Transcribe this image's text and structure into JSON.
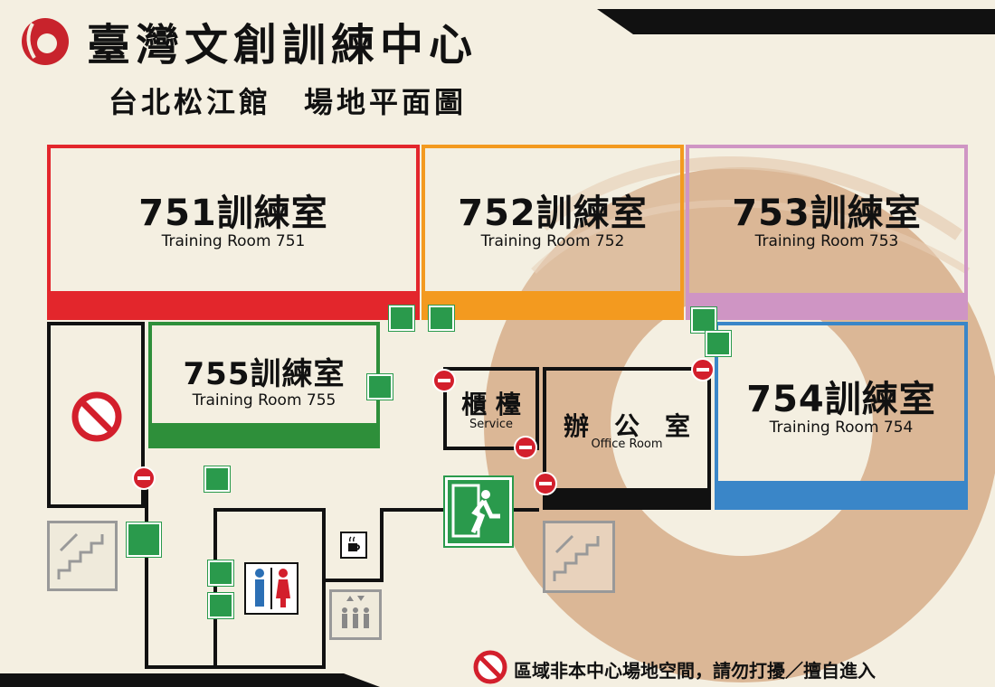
{
  "header": {
    "title": "臺灣文創訓練中心",
    "subtitle": "台北松江館　場地平面圖",
    "logo_color": "#c8232c"
  },
  "rooms": {
    "r751": {
      "title": "751訓練室",
      "subtitle": "Training Room 751",
      "color": "#e3262c"
    },
    "r752": {
      "title": "752訓練室",
      "subtitle": "Training Room 752",
      "color": "#f39a1f"
    },
    "r753": {
      "title": "753訓練室",
      "subtitle": "Training Room 753",
      "color": "#cf95c4"
    },
    "r754": {
      "title": "754訓練室",
      "subtitle": "Training Room 754",
      "color": "#3a86c8"
    },
    "r755": {
      "title": "755訓練室",
      "subtitle": "Training Room 755",
      "color": "#2e8f3a"
    }
  },
  "service": {
    "title": "櫃 檯",
    "subtitle": "Service"
  },
  "office": {
    "title": "辦　公　室",
    "subtitle": "Office Room"
  },
  "legend": {
    "restricted_text": "區域非本中心場地空間，請勿打擾／擅自進入"
  },
  "icons": [
    "exit-sign-icon",
    "no-entry-icon",
    "prohibited-icon",
    "stairs-icon",
    "restroom-icon",
    "elevator-icon",
    "coffee-icon"
  ]
}
